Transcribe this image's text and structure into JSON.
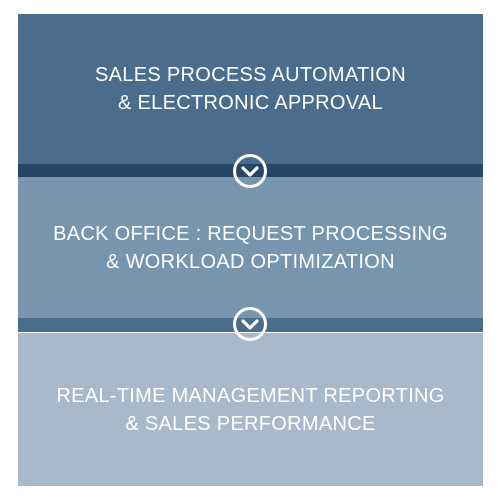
{
  "colors": {
    "step1_bg": "#4b6d8d",
    "step2_bg": "#7895b0",
    "step3_bg": "#a7b9ca",
    "connector_band_1": "#274566",
    "connector_band_2": "#4b6d8d",
    "icon": "#ffffff"
  },
  "steps": [
    {
      "line1": "SALES PROCESS AUTOMATION",
      "line2": "& ELECTRONIC APPROVAL"
    },
    {
      "line1": "BACK OFFICE : REQUEST PROCESSING",
      "line2": "& WORKLOAD OPTIMIZATION"
    },
    {
      "line1": "REAL-TIME MANAGEMENT REPORTING",
      "line2": "& SALES PERFORMANCE"
    }
  ],
  "connectors": [
    {
      "icon": "chevron-down-circle-icon"
    },
    {
      "icon": "chevron-down-circle-icon"
    }
  ]
}
